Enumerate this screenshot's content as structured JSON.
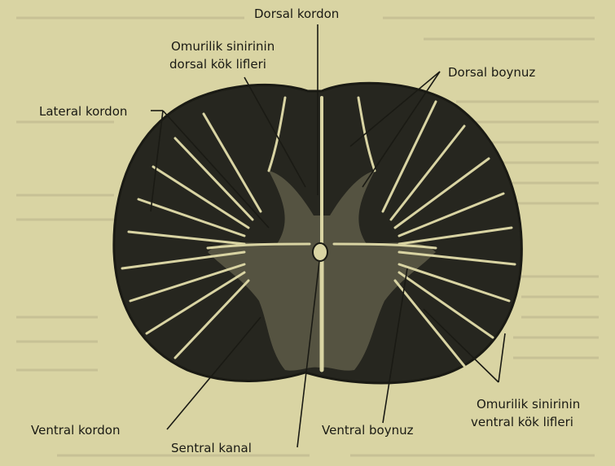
{
  "labels": {
    "dorsal_kordon": "Dorsal kordon",
    "dorsal_kok_line1": "Omurilik sinirinin",
    "dorsal_kok_line2": "dorsal kök lifleri",
    "dorsal_boynuz": "Dorsal boynuz",
    "lateral_kordon": "Lateral kordon",
    "ventral_kok_line1": "Omurilik sinirinin",
    "ventral_kok_line2": "ventral kök lifleri",
    "ventral_kordon": "Ventral kordon",
    "sentral_kanal": "Sentral kanal",
    "ventral_boynuz": "Ventral boynuz"
  },
  "colors": {
    "paper": "#d9d4a3",
    "ink": "#1a1a14",
    "section_dark": "#26261f",
    "fiber_light": "#d9d4a3",
    "grey_matter": "#d9d4a3"
  }
}
